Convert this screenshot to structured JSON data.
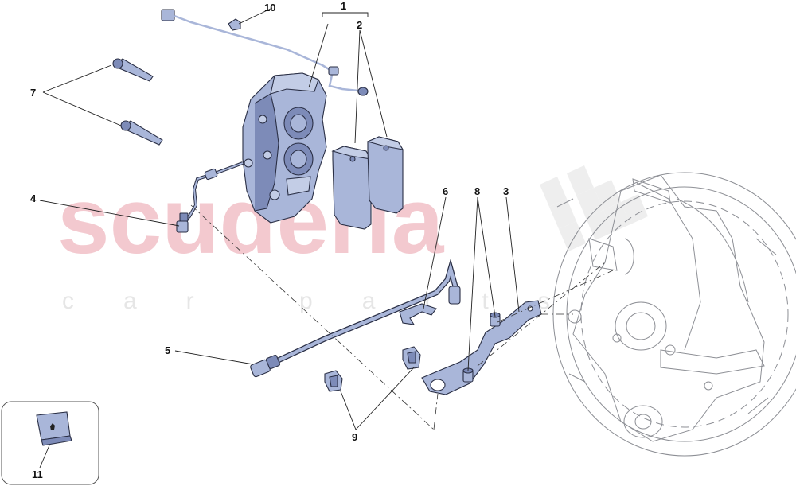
{
  "watermark": {
    "brand": "scuderia",
    "sub": "car parts"
  },
  "colors": {
    "part_fill": "#a9b6d9",
    "part_shade": "#7d8bb8",
    "outline": "#2a2f45",
    "watermark_red": "#f3c9cf",
    "watermark_grey": "#e6e6e6"
  },
  "callouts": [
    "1",
    "2",
    "3",
    "4",
    "5",
    "6",
    "7",
    "8",
    "9",
    "10",
    "11"
  ],
  "parts": [
    "brake-sensor-cable",
    "sensor-clip",
    "caliper-bolts",
    "brake-caliper",
    "brake-pads",
    "caliper-brake-pipe",
    "brake-hose",
    "hose-retaining-clip",
    "hose-bracket",
    "bracket-screws",
    "cable-clips",
    "ferrari-touch-up-kit",
    "wheel-hub-and-disc"
  ]
}
